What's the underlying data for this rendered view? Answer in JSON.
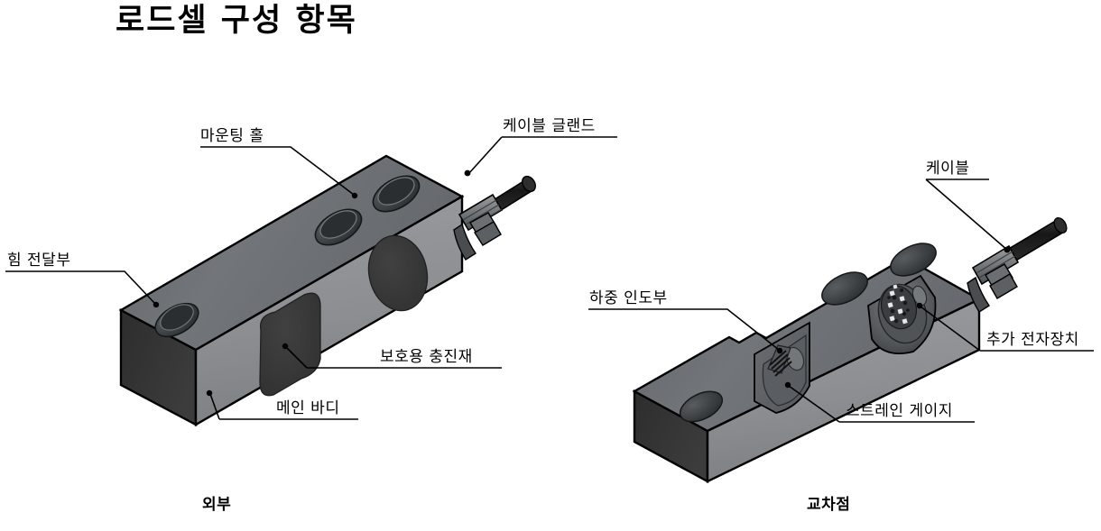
{
  "page": {
    "title": "로드셀 구성 항목",
    "background_color": "#ffffff"
  },
  "colors": {
    "outline": "#000000",
    "top_face": "#6d7174",
    "front_face": "#8e9093",
    "end_face_dark": "#313131",
    "recess_fill": "#3a3a3a",
    "cut_face": "#5f6366",
    "cable_black": "#1a1a1a",
    "gland_gray": "#7d8083",
    "label_text": "#000000",
    "leader_line": "#000000"
  },
  "figures": [
    {
      "id": "exterior",
      "caption": "외부",
      "callouts": [
        {
          "id": "mounting-hole",
          "label": "마운팅 홀"
        },
        {
          "id": "cable-gland",
          "label": "케이블 글랜드"
        },
        {
          "id": "force-transfer",
          "label": "힘 전달부"
        },
        {
          "id": "protective-filler",
          "label": "보호용 충진재"
        },
        {
          "id": "main-body",
          "label": "메인 바디"
        }
      ]
    },
    {
      "id": "cross-section",
      "caption": "교차점",
      "callouts": [
        {
          "id": "cable",
          "label": "케이블"
        },
        {
          "id": "load-introduction",
          "label": "하중 인도부"
        },
        {
          "id": "additional-electronics",
          "label": "추가 전자장치"
        },
        {
          "id": "strain-gauge",
          "label": "스트레인 게이지"
        }
      ]
    }
  ]
}
